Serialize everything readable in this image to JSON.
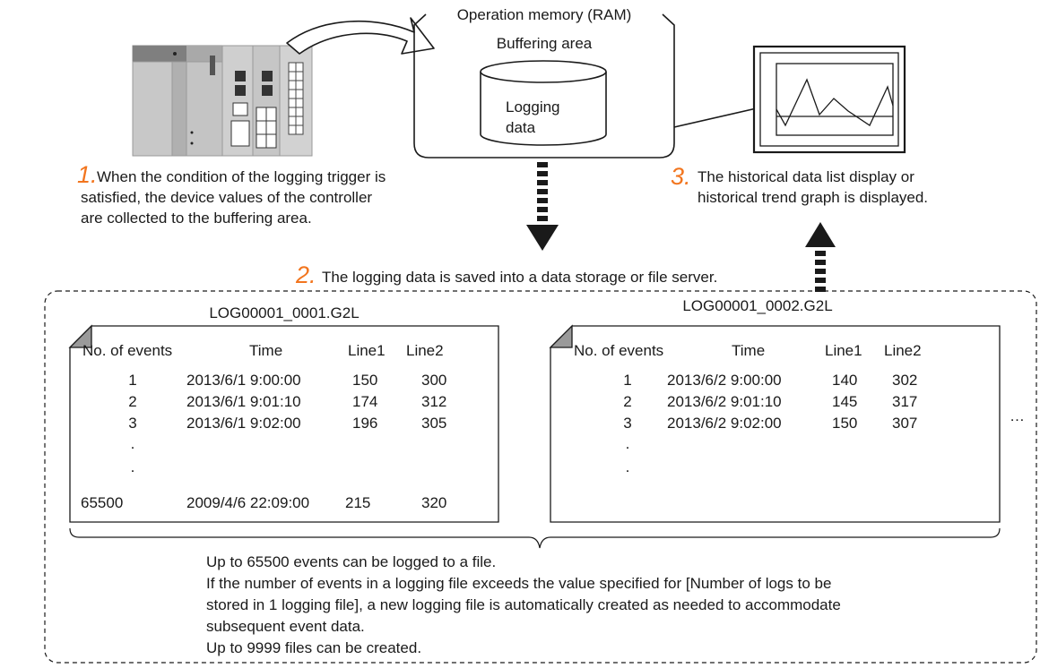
{
  "ram": {
    "title": "Operation memory (RAM)",
    "buffering_area": "Buffering area",
    "logging_data_line1": "Logging",
    "logging_data_line2": "data"
  },
  "steps": [
    {
      "number": "1.",
      "lines": [
        "When the condition of the logging trigger is",
        "satisfied, the device values of the controller",
        "are collected to the buffering area."
      ]
    },
    {
      "number": "2.",
      "lines": [
        "The logging data is saved into a data storage or file server."
      ]
    },
    {
      "number": "3.",
      "lines": [
        "The historical data list display or",
        "historical trend graph is displayed."
      ]
    }
  ],
  "files": [
    {
      "name": "LOG00001_0001.G2L",
      "headers": [
        "No. of events",
        "Time",
        "Line1",
        "Line2"
      ],
      "rows": [
        [
          "1",
          "2013/6/1 9:00:00",
          "150",
          "300"
        ],
        [
          "2",
          "2013/6/1 9:01:10",
          "174",
          "312"
        ],
        [
          "3",
          "2013/6/1 9:02:00",
          "196",
          "305"
        ],
        [
          ".",
          "",
          "",
          ""
        ],
        [
          ".",
          "",
          "",
          ""
        ],
        [
          "65500",
          "2009/4/6 22:09:00",
          "215",
          "320"
        ]
      ]
    },
    {
      "name": "LOG00001_0002.G2L",
      "headers": [
        "No. of events",
        "Time",
        "Line1",
        "Line2"
      ],
      "rows": [
        [
          "1",
          "2013/6/2 9:00:00",
          "140",
          "302"
        ],
        [
          "2",
          "2013/6/2 9:01:10",
          "145",
          "317"
        ],
        [
          "3",
          "2013/6/2 9:02:00",
          "150",
          "307"
        ],
        [
          ".",
          "",
          "",
          ""
        ],
        [
          ".",
          "",
          "",
          ""
        ]
      ]
    }
  ],
  "ellipsis": "…",
  "notes": [
    "Up to 65500 events can be logged to a file.",
    "If the number of events in a logging file exceeds the value specified for [Number of logs to be",
    "stored in 1 logging file], a new logging file is automatically created as needed to accommodate",
    "subsequent event data.",
    "Up to 9999 files can be created."
  ],
  "colors": {
    "accent": "#f2751e",
    "plc_body": "#b9b9b9",
    "stroke": "#1a1a1a"
  }
}
